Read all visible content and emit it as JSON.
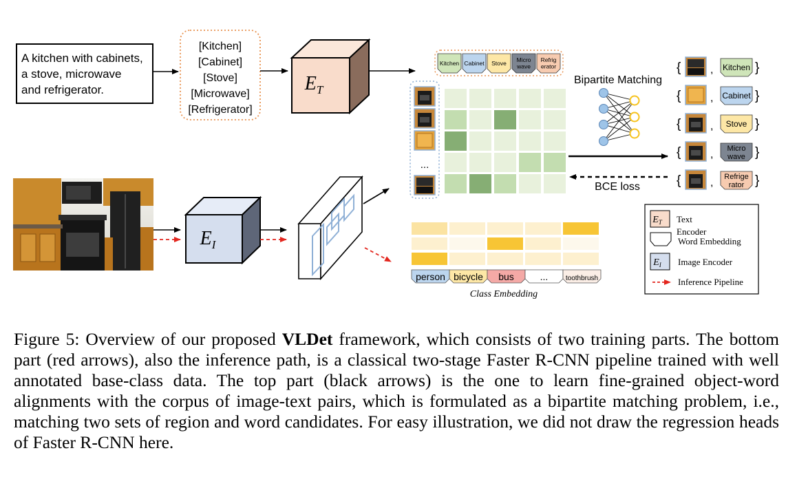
{
  "figure": {
    "caption_text": "text block",
    "input_text": [
      "A kitchen with cabinets,",
      "a stove, microwave",
      "and refrigerator."
    ],
    "word_list": [
      "[Kitchen]",
      "[Cabinet]",
      "[Stove]",
      "[Microwave]",
      "[Refrigerator]"
    ],
    "text_encoder_symbol": "E",
    "text_encoder_sub": "T",
    "image_encoder_symbol": "E",
    "image_encoder_sub": "I",
    "word_tags": [
      {
        "lines": [
          "Kitchen"
        ],
        "color": "#cfe5b9"
      },
      {
        "lines": [
          "Cabinet"
        ],
        "color": "#bcd5ee"
      },
      {
        "lines": [
          "Stove"
        ],
        "color": "#fde7a6"
      },
      {
        "lines": [
          "Micro",
          "wave"
        ],
        "color": "#7d8591"
      },
      {
        "lines": [
          "Refrig",
          "erator"
        ],
        "color": "#f7cbb0"
      }
    ],
    "region_dots": "...",
    "bipartite_label": "Bipartite Matching",
    "bce_label": "BCE loss",
    "matches": [
      {
        "lines": [
          "Kitchen"
        ],
        "color": "#cfe5b9"
      },
      {
        "lines": [
          "Cabinet"
        ],
        "color": "#bcd5ee"
      },
      {
        "lines": [
          "Stove"
        ],
        "color": "#fde7a6"
      },
      {
        "lines": [
          "Micro",
          "wave"
        ],
        "color": "#7d8591"
      },
      {
        "lines": [
          "Refrige",
          "rator"
        ],
        "color": "#f7cbb0"
      }
    ],
    "brace_open": "{",
    "brace_close": "}",
    "comma": ",",
    "class_labels": [
      {
        "text": "person",
        "color": "#bcd5ee"
      },
      {
        "text": "bicycle",
        "color": "#fde7a6"
      },
      {
        "text": "bus",
        "color": "#f4a9a6"
      },
      {
        "text": "...",
        "color": "#ffffff"
      },
      {
        "text": "toothbrush",
        "color": "#fbeee6"
      }
    ],
    "class_embedding_label": "Class Embedding",
    "legend": {
      "text_encoder_a": "Text",
      "text_encoder_b": "Encoder",
      "word_embedding": "Word Embedding",
      "image_encoder": "Image Encoder",
      "inference": "Inference Pipeline"
    },
    "colors": {
      "text_encoder": "#f9dccb",
      "image_encoder": "#d5deee",
      "matrix_base": "#e8f1dc",
      "matrix_mid": "#c3ddb0",
      "matrix_dark": "#86ae74",
      "embed_strong": "#f7c535",
      "embed_mid": "#fbe3a2",
      "embed_light": "#fdf0cf",
      "node_blue": "#9ec4e8",
      "node_yellow": "#f6c21b",
      "red_arrow": "#e3261e"
    }
  },
  "caption": {
    "fig_label": "Figure 5: Overview of our proposed",
    "bold_name": "VLDet",
    "rest": " framework, which consists of two training parts. The bottom part (red arrows), also the inference path, is a classical two-stage Faster R-CNN pipeline trained with well annotated base-class data. The top part (black arrows) is the one to learn fine-grained object-word alignments with the corpus of image-text pairs, which is formulated as a bipartite matching problem, i.e., matching two sets of region and word candidates. For easy illustration, we did not draw the regression heads of Faster R-CNN here."
  }
}
